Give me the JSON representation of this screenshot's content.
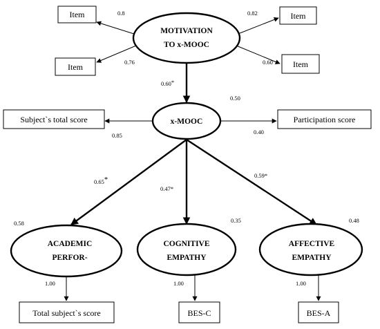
{
  "latent": {
    "motivation": {
      "line1": "MOTIVATION",
      "line2": "TO x-MOOC"
    },
    "xmooc": {
      "label": "x-MOOC"
    },
    "academic": {
      "line1": "ACADEMIC",
      "line2": "PERFOR-"
    },
    "cognitive": {
      "line1": "COGNITIVE",
      "line2": "EMPATHY"
    },
    "affective": {
      "line1": "AFFECTIVE",
      "line2": "EMPATHY"
    }
  },
  "observed": {
    "item_tl": "Item",
    "item_bl": "Item",
    "item_tr": "Item",
    "item_br": "Item",
    "subject_total": "Subject`s total score",
    "participation": "Participation score",
    "total_subject": "Total subject`s score",
    "bes_c": "BES-C",
    "bes_a": "BES-A"
  },
  "coefficients": {
    "item_tl": "0.8",
    "item_bl": "0.76",
    "item_tr": "0.82",
    "item_br": "0.60",
    "motivation_to_xmooc_num": "0.60",
    "motivation_to_xmooc_star": "*",
    "xmooc_r2": "0.50",
    "subject_total": "0.85",
    "participation": "0.40",
    "to_academic_num": "0.65",
    "to_academic_star": "*",
    "to_cognitive": "0.47*",
    "to_affective": "0.59*",
    "academic_r2": "0.58",
    "cognitive_r2": "0.35",
    "affective_r2": "0.48",
    "academic_out": "1.00",
    "cognitive_out": "1.00",
    "affective_out": "1.00"
  }
}
